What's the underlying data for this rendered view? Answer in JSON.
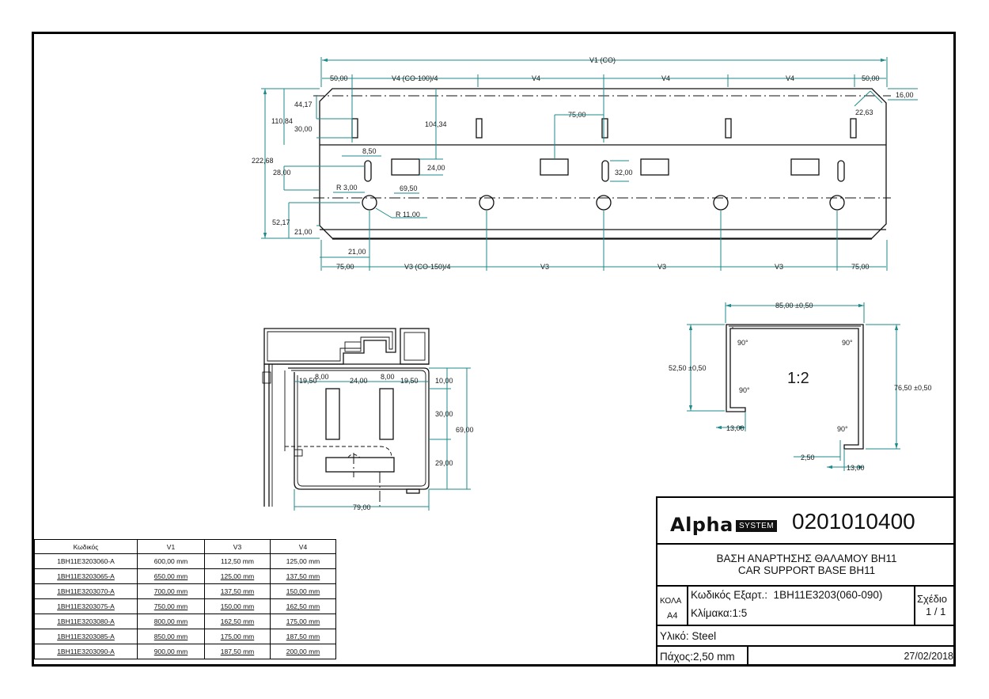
{
  "drawing": {
    "top_view": {
      "dims": {
        "v1": "V1 (CO)",
        "v4a": "V4 (CO-100)/4",
        "v4": "V4",
        "v3a": "V3 (CO-150)/4",
        "v3": "V3",
        "d50": "50,00",
        "d16": "16,00",
        "d22_63": "22,63",
        "d44_17": "44,17",
        "d110_84": "110,84",
        "d30": "30,00",
        "d104_34": "104,34",
        "d75": "75,00",
        "d8_50": "8,50",
        "d222_68": "222,68",
        "d28": "28,00",
        "d24": "24,00",
        "d32": "32,00",
        "r3": "R 3,00",
        "d69_50": "69,50",
        "r11": "R 11,00",
        "d52_17": "52,17",
        "d21": "21,00"
      }
    },
    "section_view": {
      "dims": {
        "d19_50": "19,50",
        "d8": "8,00",
        "d24": "24,00",
        "d10": "10,00",
        "d30": "30,00",
        "d69": "69,00",
        "d29": "29,00",
        "d79": "79,00"
      }
    },
    "profile_view": {
      "scale": "1:2",
      "dims": {
        "width": "85,00 ±0,50",
        "left_h": "52,50 ±0,50",
        "right_h": "76,50 ±0,50",
        "deg90": "90°",
        "d13": "13,00",
        "d2_5": "2,50"
      }
    }
  },
  "parts_table": {
    "headers": [
      "Κωδικός",
      "V1",
      "V3",
      "V4"
    ],
    "rows": [
      [
        "1BH11E3203060-A",
        "600,00 mm",
        "112,50 mm",
        "125,00 mm"
      ],
      [
        "1BH11E3203065-A",
        "650,00 mm",
        "125,00 mm",
        "137,50 mm"
      ],
      [
        "1BH11E3203070-A",
        "700,00 mm",
        "137,50 mm",
        "150,00 mm"
      ],
      [
        "1BH11E3203075-A",
        "750,00 mm",
        "150,00 mm",
        "162,50 mm"
      ],
      [
        "1BH11E3203080-A",
        "800,00 mm",
        "162,50 mm",
        "175,00 mm"
      ],
      [
        "1BH11E3203085-A",
        "850,00 mm",
        "175,00 mm",
        "187,50 mm"
      ],
      [
        "1BH11E3203090-A",
        "900,00 mm",
        "187,50 mm",
        "200,00 mm"
      ]
    ]
  },
  "title_block": {
    "logo": "Alpha",
    "logo_system": "SYSTEM",
    "drawing_number": "0201010400",
    "title_gr": "ΒΑΣΗ ΑΝΑΡΤΗΣΗΣ ΘΑΛΑΜΟΥ ΒΗ11",
    "title_en": "CAR SUPPORT BASE BH11",
    "kola_label": "ΚΟΛΑ",
    "kola_value": "A4",
    "part_code": "Κωδικός Εξαρτ.:  1BH11E3203(060-090)",
    "scale": "Κλίμακα:1:5",
    "sheet_label": "Σχέδιο",
    "sheet_value": "1 / 1",
    "material": "Υλικό: Steel",
    "thickness": "Πάχος:2,50 mm",
    "date": "27/02/2018"
  }
}
